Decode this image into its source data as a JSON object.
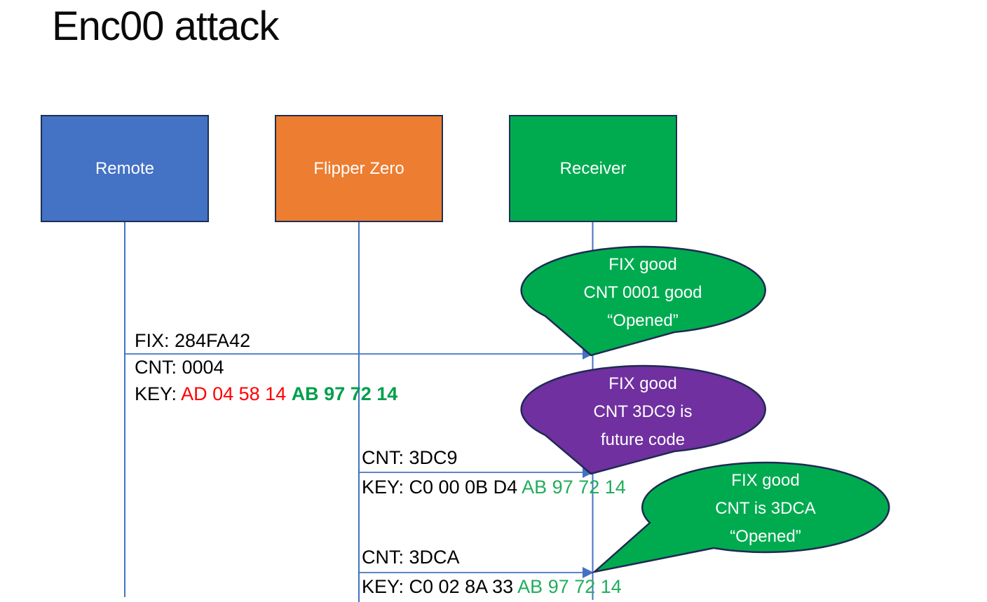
{
  "title": "Enc00 attack",
  "colors": {
    "remote_fill": "#4472c4",
    "flipper_fill": "#ed7d31",
    "receiver_fill": "#00ab50",
    "bubble_green": "#00ab50",
    "bubble_purple": "#7030a0",
    "bubble_border": "#1f2a52",
    "line_blue": "#4472c4",
    "key_red": "#ff0000",
    "key_green": "#21ad5b",
    "key_green_bold": "#009f4d"
  },
  "actors": [
    {
      "label": "Remote"
    },
    {
      "label": "Flipper Zero"
    },
    {
      "label": "Receiver"
    }
  ],
  "messages": [
    {
      "fix": "FIX: 284FA42",
      "cnt": "CNT: 0004",
      "key_label": "KEY: ",
      "key_red": "AD 04 58 14 ",
      "key_green": "AB 97 72 14"
    },
    {
      "cnt": "CNT: 3DC9",
      "key_black": "KEY: C0 00 0B D4 ",
      "key_green": "AB 97 72 14"
    },
    {
      "cnt": "CNT: 3DCA",
      "key_black": "KEY: C0 02 8A 33 ",
      "key_green": "AB 97 72 14"
    }
  ],
  "bubbles": [
    {
      "lines": [
        "FIX good",
        "CNT 0001 good",
        "“Opened”"
      ]
    },
    {
      "lines": [
        "FIX good",
        "CNT 3DC9 is",
        "future code"
      ]
    },
    {
      "lines": [
        "FIX good",
        "CNT is 3DCA",
        "“Opened”"
      ]
    }
  ]
}
